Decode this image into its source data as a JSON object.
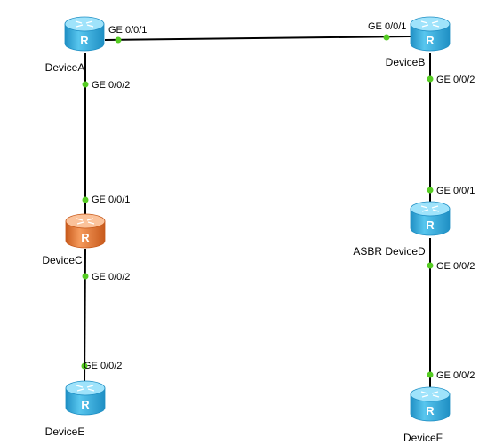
{
  "colors": {
    "router_blue_top": "#9fe3fb",
    "router_blue_body": "#3cb8e6",
    "router_blue_dark": "#1f8fc4",
    "router_orange_top": "#fbc29a",
    "router_orange_body": "#f07f3c",
    "router_orange_dark": "#c85a1c",
    "link": "#000000",
    "port": "#55cc22"
  },
  "devices": [
    {
      "id": "A",
      "label": "DeviceA",
      "color": "blue",
      "icon": "router-icon",
      "letter": "R"
    },
    {
      "id": "B",
      "label": "DeviceB",
      "color": "blue",
      "icon": "router-icon",
      "letter": "R"
    },
    {
      "id": "C",
      "label": "DeviceC",
      "color": "orange",
      "icon": "router-icon",
      "letter": "R"
    },
    {
      "id": "D",
      "label": "ASBR DeviceD",
      "color": "blue",
      "icon": "router-icon",
      "letter": "R"
    },
    {
      "id": "E",
      "label": "DeviceE",
      "color": "blue",
      "icon": "router-icon",
      "letter": "R"
    },
    {
      "id": "F",
      "label": "DeviceF",
      "color": "blue",
      "icon": "router-icon",
      "letter": "R"
    }
  ],
  "links": [
    {
      "from": "A",
      "to": "B",
      "from_port": "GE 0/0/1",
      "to_port": "GE 0/0/1"
    },
    {
      "from": "A",
      "to": "C",
      "from_port": "GE 0/0/2",
      "to_port": "GE 0/0/1"
    },
    {
      "from": "C",
      "to": "E",
      "from_port": "GE 0/0/2",
      "to_port": "GE 0/0/2"
    },
    {
      "from": "B",
      "to": "D",
      "from_port": "GE 0/0/2",
      "to_port": "GE 0/0/1"
    },
    {
      "from": "D",
      "to": "F",
      "from_port": "GE 0/0/2",
      "to_port": "GE 0/0/2"
    }
  ]
}
